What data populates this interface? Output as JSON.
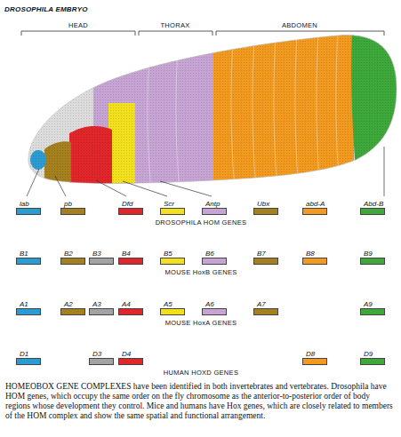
{
  "diagram": {
    "title": "DROSOPHILA EMBRYO",
    "caption": "HOMEOBOX GENE COMPLEXES have been identified in both invertebrates and vertebrates. Drosophila have HOM genes, which occupy the same order on the fly chromosome as the anterior-to-posterior order of body regions whose development they control. Mice and humans have Hox genes, which are closely related to members of the HOM complex and show the same spatial and functional arrangement.",
    "nodes": [
      {
        "text": [
          "lab"
        ]
      },
      {
        "text": [
          "pb"
        ]
      },
      {
        "text": [
          "Dfd"
        ]
      },
      {
        "text": [
          "Scr"
        ]
      },
      {
        "text": [
          "Antp"
        ]
      },
      {
        "text": [
          "Ubx"
        ]
      },
      {
        "text": [
          "abd-A"
        ]
      },
      {
        "text": [
          "Abd-B"
        ]
      },
      {
        "text": [
          "B1"
        ]
      },
      {
        "text": [
          "B2"
        ]
      },
      {
        "text": [
          "B3"
        ]
      },
      {
        "text": [
          "B4"
        ]
      },
      {
        "text": [
          "B5"
        ]
      },
      {
        "text": [
          "B6"
        ]
      },
      {
        "text": [
          "B7"
        ]
      },
      {
        "text": [
          "B8"
        ]
      },
      {
        "text": [
          "B9"
        ]
      },
      {
        "text": [
          "A1"
        ]
      },
      {
        "text": [
          "A2"
        ]
      },
      {
        "text": [
          "A3"
        ]
      },
      {
        "text": [
          "A4"
        ]
      },
      {
        "text": [
          "A5"
        ]
      },
      {
        "text": [
          "A6"
        ]
      },
      {
        "text": [
          "A7"
        ]
      },
      {
        "text": [
          "A9"
        ]
      },
      {
        "text": [
          "D1"
        ]
      },
      {
        "text": [
          "D3"
        ]
      },
      {
        "text": [
          "D4"
        ]
      },
      {
        "text": [
          "D8"
        ]
      },
      {
        "text": [
          "D9"
        ]
      }
    ],
    "labels": [
      "HEAD",
      "THORAX",
      "ABDOMEN",
      "DROSOPHILA HOM GENES",
      "MOUSE HoxB GENES",
      "MOUSE HoxA GENES",
      "HUMAN HOXD GENES"
    ]
  }
}
